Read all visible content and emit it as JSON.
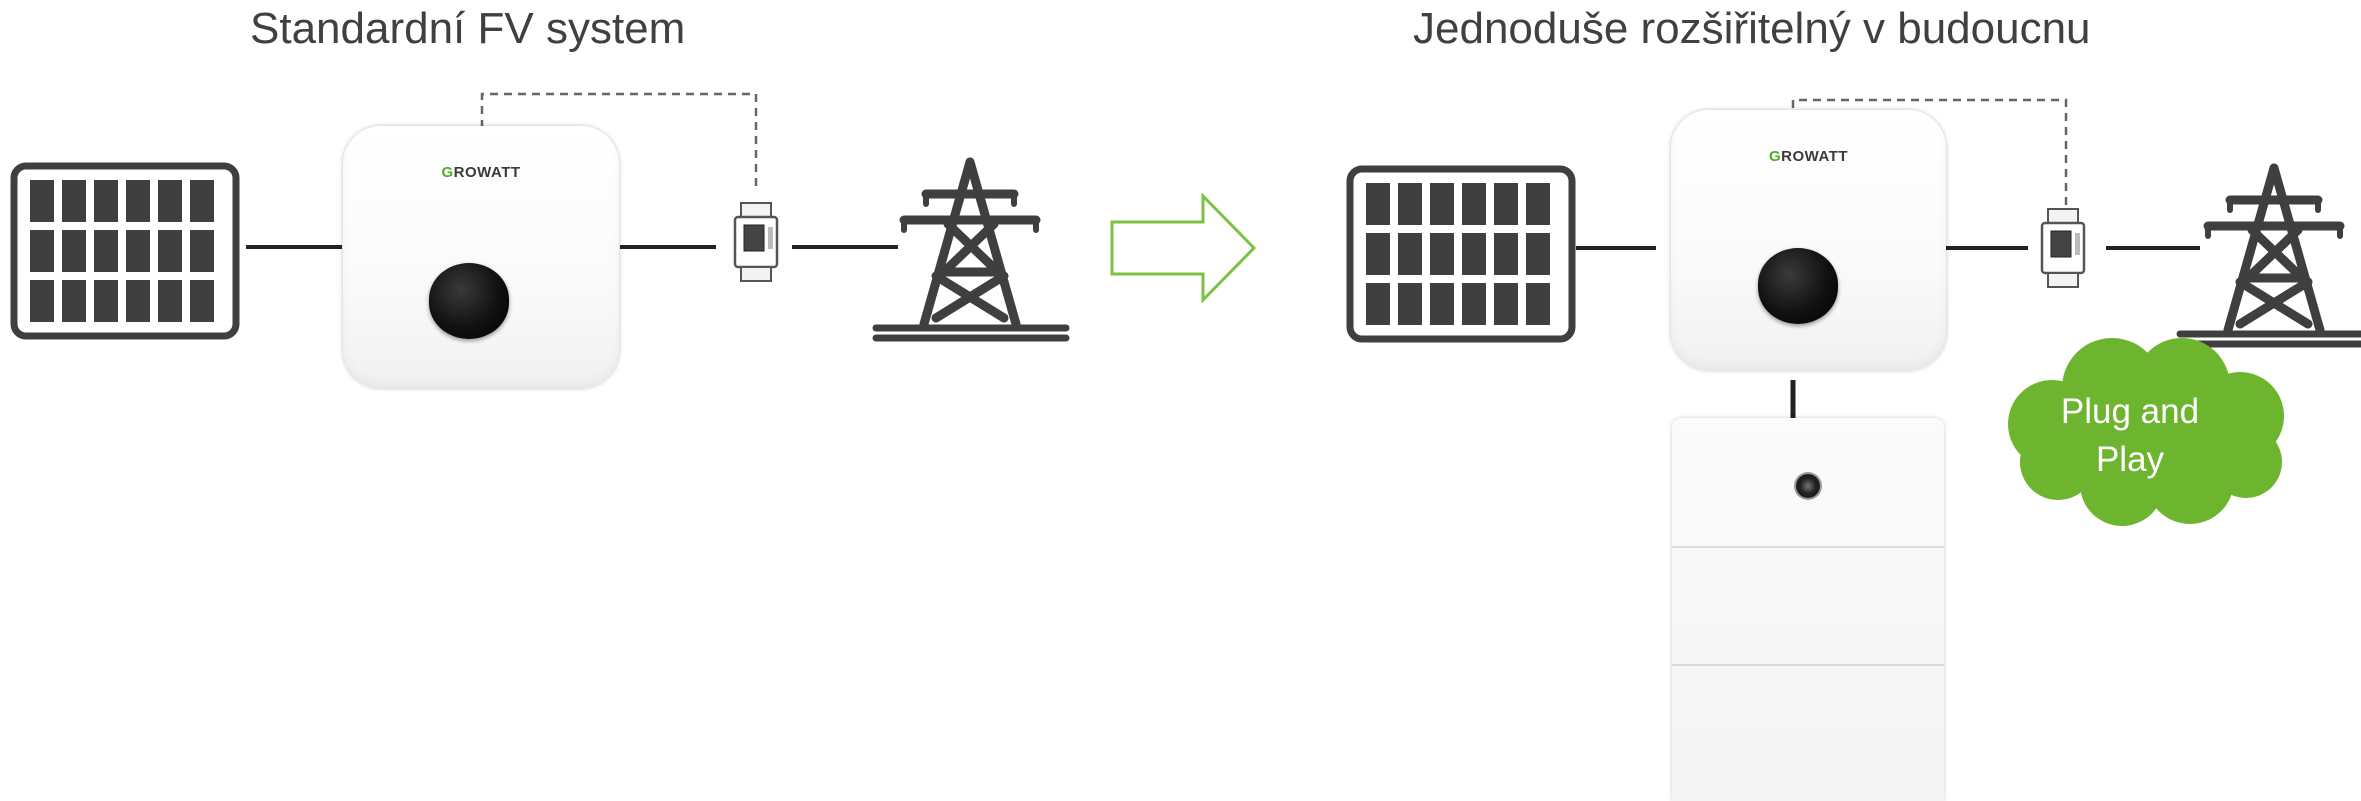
{
  "titles": {
    "left": "Standardní FV system",
    "right": "Jednoduše rozšiřitelný v budoucnu"
  },
  "inverter": {
    "brand_initial": "G",
    "brand_rest": "ROWATT"
  },
  "cloud": {
    "text_line1": "Plug and",
    "text_line2": "Play",
    "color": "#6db52e"
  },
  "colors": {
    "arrow_outline": "#7cc242",
    "panel": "#3f3f3f",
    "tower": "#3f3f3f",
    "wire": "#222222",
    "dashed": "#666666",
    "title": "#404040"
  }
}
